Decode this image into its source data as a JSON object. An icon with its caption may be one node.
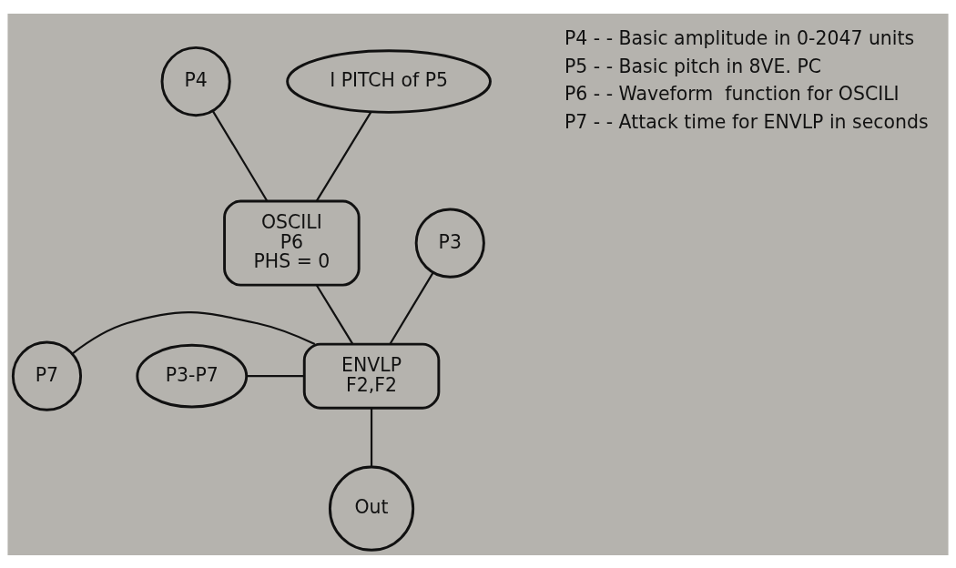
{
  "diagram": {
    "nodes": [
      {
        "text": [
          "P4"
        ]
      },
      {
        "text": [
          "I PITCH of P5"
        ]
      },
      {
        "text": [
          "OSCILI",
          "P6",
          "PHS = 0"
        ]
      },
      {
        "text": [
          "P3"
        ]
      },
      {
        "text": [
          "P7"
        ]
      },
      {
        "text": [
          "ENVLP",
          "F2,F2"
        ]
      },
      {
        "text": [
          "P3-P7"
        ]
      },
      {
        "text": [
          "Out"
        ]
      }
    ],
    "edges": [
      {
        "from": 0,
        "to": 2,
        "arrow": "none"
      },
      {
        "from": 1,
        "to": 2,
        "arrow": "none"
      },
      {
        "from": 2,
        "to": 5,
        "arrow": "none"
      },
      {
        "from": 3,
        "to": 5,
        "arrow": "none"
      },
      {
        "from": 4,
        "to": 5,
        "arrow": "none"
      },
      {
        "from": 6,
        "to": 5,
        "arrow": "none"
      },
      {
        "from": 5,
        "to": 7,
        "arrow": "none"
      }
    ],
    "labels": [
      "P4 - - Basic amplitude in 0-2047 units",
      "P5 - - Basic pitch in 8VE. PC",
      "P6 - - Waveform  function for OSCILI",
      "P7 - - Attack time for ENVLP in seconds"
    ]
  }
}
